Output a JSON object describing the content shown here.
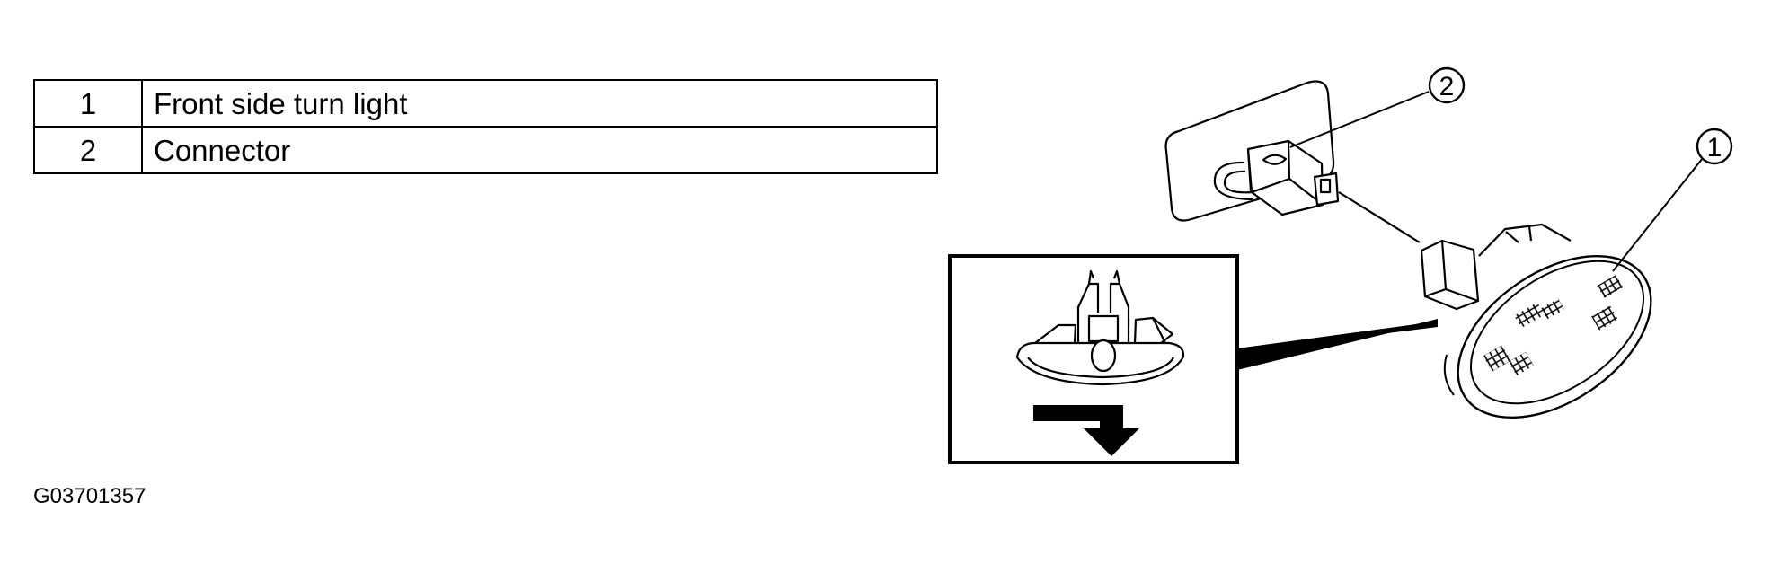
{
  "legend": {
    "rows": [
      {
        "num": "1",
        "label": "Front side turn light"
      },
      {
        "num": "2",
        "label": "Connector"
      }
    ]
  },
  "callouts": {
    "one": "1",
    "two": "2"
  },
  "figure_code": "G03701357",
  "colors": {
    "line": "#000000",
    "background": "#ffffff"
  }
}
